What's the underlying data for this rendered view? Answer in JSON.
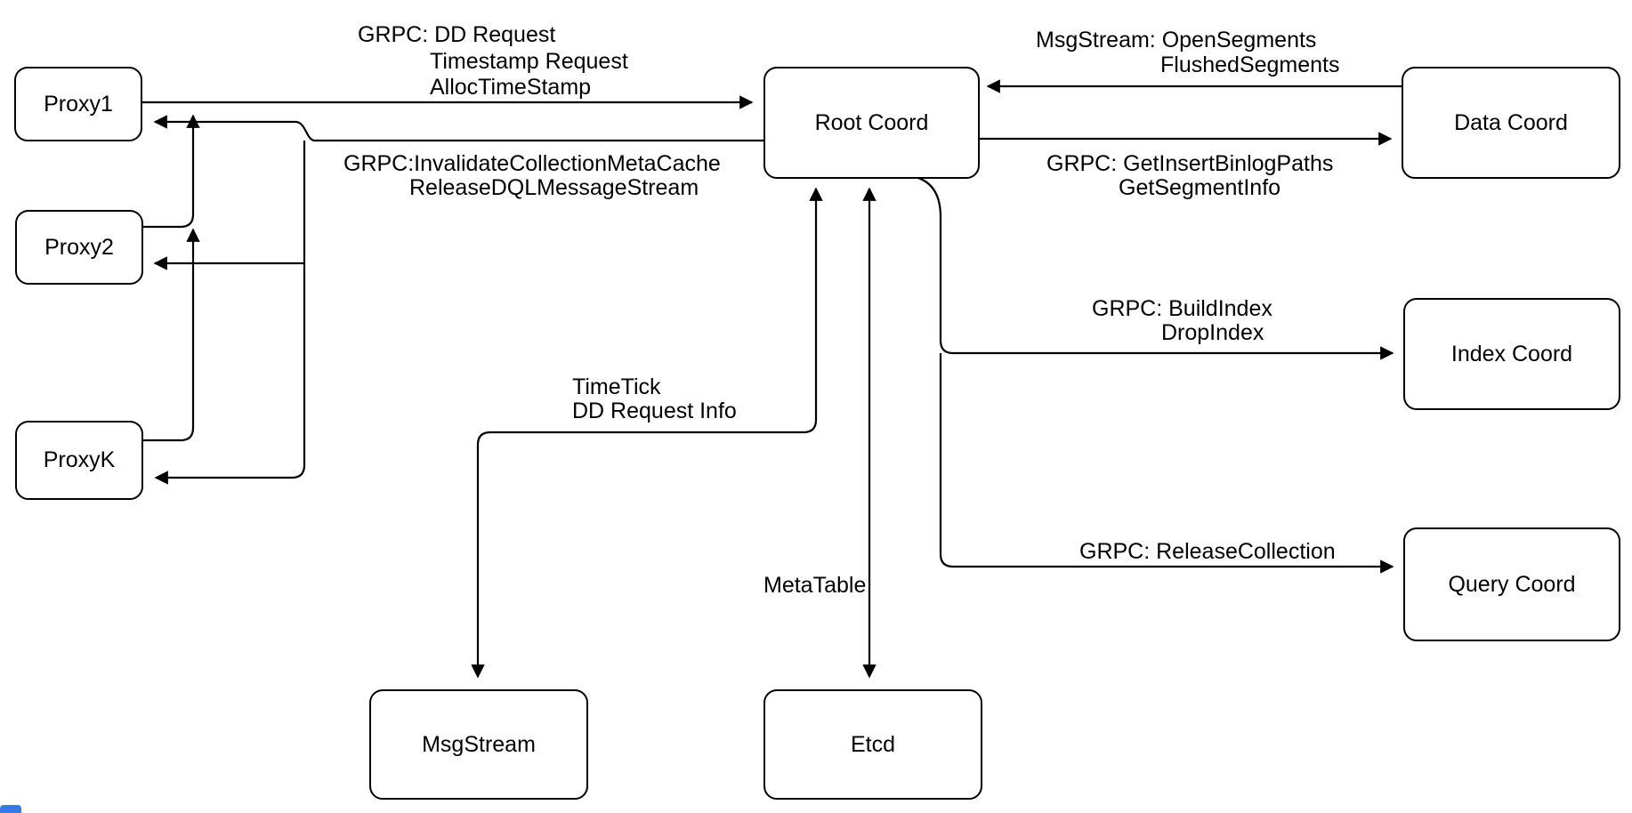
{
  "diagram": {
    "nodes": {
      "proxy1": "Proxy1",
      "proxy2": "Proxy2",
      "proxyk": "ProxyK",
      "root": "Root Coord",
      "data": "Data Coord",
      "index": "Index Coord",
      "query": "Query Coord",
      "msgstream": "MsgStream",
      "etcd": "Etcd"
    },
    "edge_labels": {
      "dd_request": {
        "lines": [
          "GRPC: DD Request",
          "Timestamp Request",
          "AllocTimeStamp"
        ]
      },
      "invalidate": {
        "lines": [
          "GRPC:InvalidateCollectionMetaCache",
          "ReleaseDQLMessageStream"
        ]
      },
      "open_segments": {
        "lines": [
          "MsgStream: OpenSegments",
          "FlushedSegments"
        ]
      },
      "binlog": {
        "lines": [
          "GRPC: GetInsertBinlogPaths",
          "GetSegmentInfo"
        ]
      },
      "build_index": {
        "lines": [
          "GRPC: BuildIndex",
          "DropIndex"
        ]
      },
      "release_collection": {
        "lines": [
          "GRPC: ReleaseCollection"
        ]
      },
      "timetick": {
        "lines": [
          "TimeTick",
          "DD Request Info"
        ]
      },
      "metatable": {
        "lines": [
          "MetaTable"
        ]
      }
    },
    "colors": {
      "stroke": "#000000",
      "background": "#ffffff",
      "node_fill": "#ffffff"
    }
  }
}
